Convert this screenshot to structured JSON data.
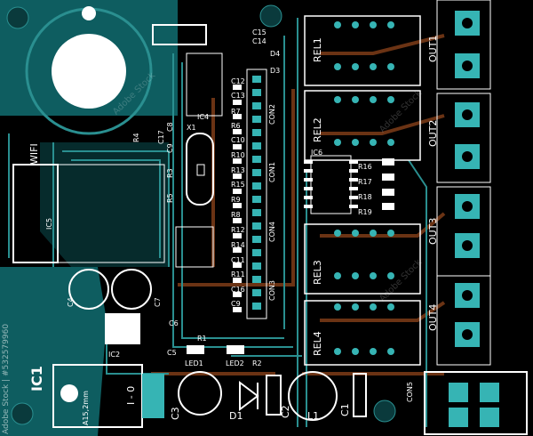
{
  "colors": {
    "background": "#000000",
    "copper_fill": "#0e5d60",
    "trace_teal": "#2a8f90",
    "trace_brown": "#6b3314",
    "pad": "#36b4b4",
    "silkscreen": "#ffffff"
  },
  "wifi": "WIFI",
  "ics": {
    "ic1": "IC1",
    "ic2": "IC2",
    "ic4": "IC4",
    "ic5": "IC5",
    "ic6": "IC6"
  },
  "relays": {
    "rel1": "REL1",
    "rel2": "REL2",
    "rel3": "REL3",
    "rel4": "REL4"
  },
  "outputs": {
    "out1": "OUT1",
    "out2": "OUT2",
    "out3": "OUT3",
    "out4": "OUT4"
  },
  "connectors": {
    "con1": "CON1",
    "con2": "CON2",
    "con3": "CON3",
    "con4": "CON4",
    "con5": "CON5"
  },
  "caps": {
    "c1": "C1",
    "c2": "C2",
    "c3": "C3",
    "c4": "C4",
    "c5": "C5",
    "c6": "C6",
    "c7": "C7",
    "c8": "C8",
    "c9": "C9",
    "c10": "C10",
    "c11": "C11",
    "c12": "C12",
    "c13": "C13",
    "c14": "C14",
    "c15": "C15",
    "c16": "C16",
    "c17": "C17"
  },
  "resistors": {
    "r1": "R1",
    "r2": "R2",
    "r3": "R3",
    "r4": "R4",
    "r5": "R5",
    "r6": "R6",
    "r7": "R7",
    "r8": "R8",
    "r9": "R9",
    "r10": "R10",
    "r11": "R11",
    "r12": "R12",
    "r13": "R13",
    "r14": "R14",
    "r15": "R15",
    "r16": "R16",
    "r17": "R17",
    "r18": "R18",
    "r19": "R19"
  },
  "diodes": {
    "d1": "D1",
    "d3": "D3",
    "d4": "D4"
  },
  "leds": {
    "led1": "LED1",
    "led2": "LED2"
  },
  "crystal": "X1",
  "inductor": "L1",
  "regulator_marking": "A15,2mm",
  "regulator_pins": "I - 0",
  "watermark_side": "Adobe Stock | #532579960",
  "watermark_text": "Adobe Stock"
}
